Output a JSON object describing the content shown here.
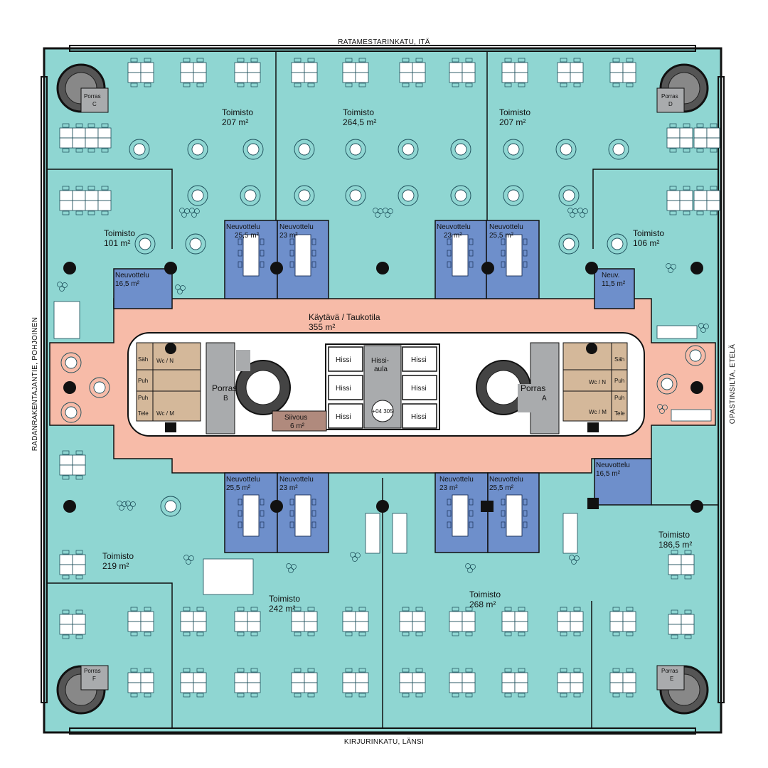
{
  "colors": {
    "office": "#8fd6d2",
    "corridor": "#f7bba8",
    "meeting": "#6e8fcb",
    "meeting_small": "#7c9bd2",
    "core": "#ffffff",
    "service": "#d4b89a",
    "stair_grey": "#a9abad",
    "cleaning": "#b08a7d",
    "wall": "#111111"
  },
  "streets": {
    "top": "RATAMESTARINKATU, ITÄ",
    "bottom": "KIRJURINKATU, LÄNSI",
    "left": "RADANRAKENTAJANTIE, POHJOINEN",
    "right": "OPASTINSILTA, ETELÄ"
  },
  "rooms": {
    "office_nw": {
      "name": "Toimisto",
      "area": "207 m²"
    },
    "office_n": {
      "name": "Toimisto",
      "area": "264,5 m²"
    },
    "office_ne": {
      "name": "Toimisto",
      "area": "207 m²"
    },
    "office_w_upper": {
      "name": "Toimisto",
      "area": "101 m²"
    },
    "office_e_upper": {
      "name": "Toimisto",
      "area": "106 m²"
    },
    "office_sw": {
      "name": "Toimisto",
      "area": "219 m²"
    },
    "office_s_left": {
      "name": "Toimisto",
      "area": "242 m²"
    },
    "office_s_right": {
      "name": "Toimisto",
      "area": "268 m²"
    },
    "office_se": {
      "name": "Toimisto",
      "area": "186,5 m²"
    },
    "corridor": {
      "name": "Käytävä / Taukotila",
      "area": "355 m²"
    },
    "cleaning": {
      "name": "Siivous",
      "area": "6 m²"
    },
    "lift_lobby": {
      "name1": "Hissi-",
      "name2": "aula"
    },
    "lift": "Hissi",
    "lift_badge": "+04 305",
    "stair_b": {
      "name": "Porras",
      "letter": "B"
    },
    "stair_a": {
      "name": "Porras",
      "letter": "A"
    },
    "stair_c": {
      "name": "Porras",
      "letter": "C"
    },
    "stair_d": {
      "name": "Porras",
      "letter": "D"
    },
    "stair_e": {
      "name": "Porras",
      "letter": "E"
    },
    "stair_f": {
      "name": "Porras",
      "letter": "F"
    },
    "meet_n1": {
      "name": "Neuvottelu",
      "area": "25,5 m²"
    },
    "meet_n2": {
      "name": "Neuvottelu",
      "area": "23 m²"
    },
    "meet_n3": {
      "name": "Neuvottelu",
      "area": "23 m²"
    },
    "meet_n4": {
      "name": "Neuvottelu",
      "area": "25,5 m²"
    },
    "meet_w": {
      "name": "Neuvottelu",
      "area": "16,5 m²"
    },
    "meet_e": {
      "name": "Neuv.",
      "area": "11,5 m²"
    },
    "meet_s1": {
      "name": "Neuvottelu",
      "area": "25,5 m²"
    },
    "meet_s2": {
      "name": "Neuvottelu",
      "area": "23 m²"
    },
    "meet_s3": {
      "name": "Neuvottelu",
      "area": "23 m²"
    },
    "meet_s4": {
      "name": "Neuvottelu",
      "area": "25,5 m²"
    },
    "meet_se": {
      "name": "Neuvottelu",
      "area": "16,5 m²"
    },
    "wc": "Wc / N",
    "wcm": "Wc / M",
    "sah": "Säh",
    "puh": "Puh",
    "tele": "Tele"
  }
}
